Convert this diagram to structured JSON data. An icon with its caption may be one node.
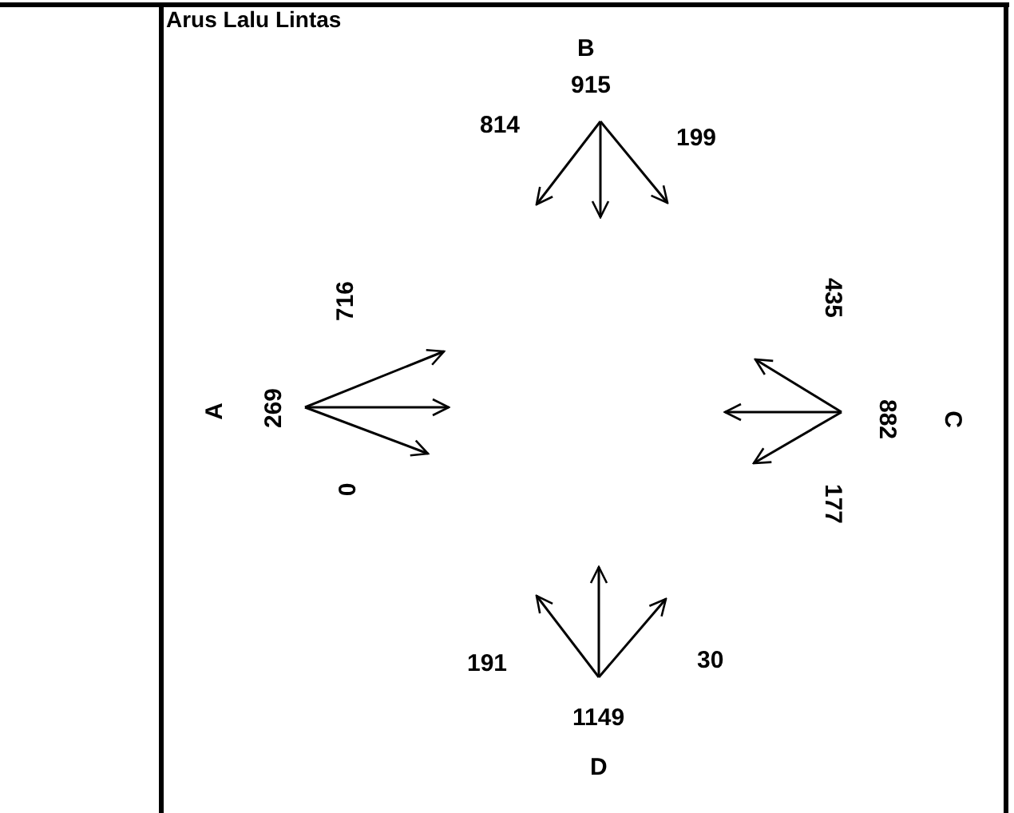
{
  "diagram": {
    "title": "Arus Lalu Lintas",
    "labels": [
      "B",
      "915",
      "814",
      "199",
      "716",
      "A",
      "269",
      "435",
      "882",
      "C",
      "0",
      "177",
      "191",
      "30",
      "1149",
      "D"
    ]
  }
}
